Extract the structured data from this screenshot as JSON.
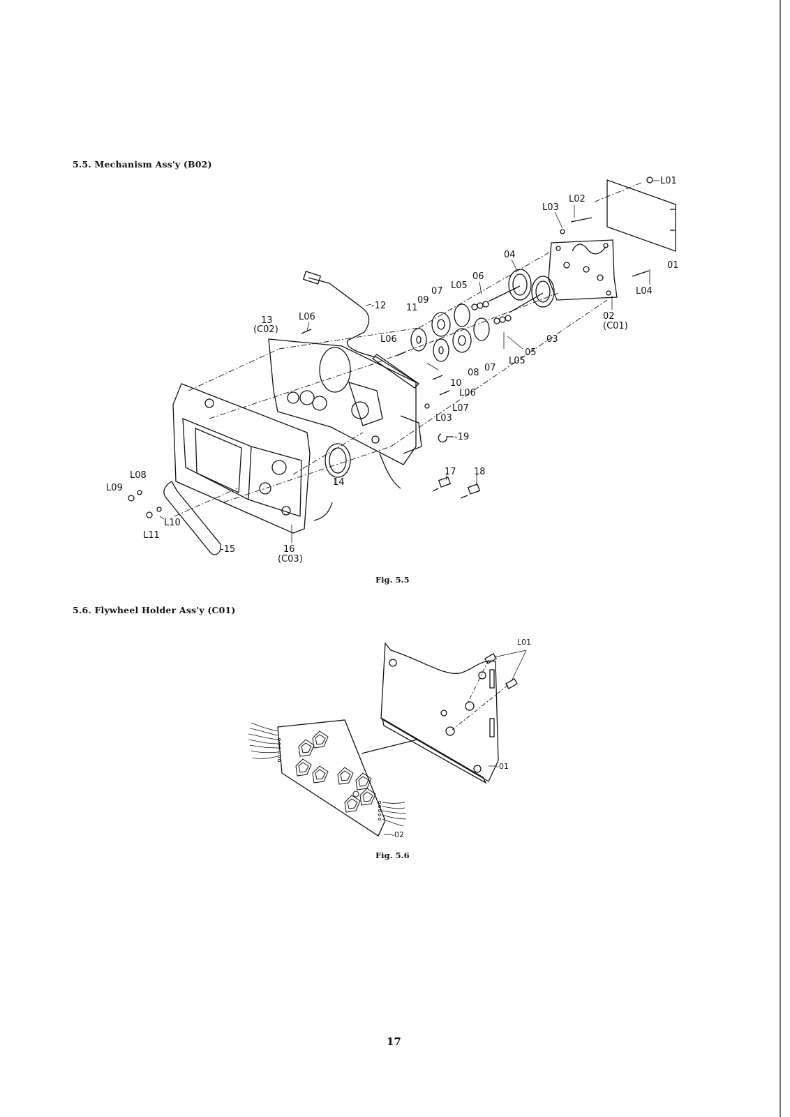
{
  "section_5_5": {
    "heading": "5.5. Mechanism Ass'y (B02)",
    "figure_caption": "Fig. 5.5",
    "callouts": {
      "L01": "L01",
      "L02": "L02",
      "L03a": "L03",
      "L04": "L04",
      "n01": "01",
      "n02": "02",
      "c01": "(C01)",
      "n03": "03",
      "n04": "04",
      "L05a": "L05",
      "n06": "06",
      "n07a": "07",
      "n09": "09",
      "n11": "11",
      "n12": "-12",
      "n13": "13",
      "c02": "(C02)",
      "L06a": "L06",
      "L06b": "L06",
      "n05": "05",
      "L05b": "L05",
      "n07b": "07",
      "n08": "08",
      "n10": "10",
      "L06c": "L06",
      "L07": "L07",
      "L03b": "L03",
      "n19": "-19",
      "n14": "14",
      "n17": "17",
      "n18": "18",
      "L08": "L08",
      "L09": "L09",
      "L10": "L10",
      "L11": "L11",
      "n15": "-15",
      "n16": "16",
      "c03": "(C03)"
    }
  },
  "section_5_6": {
    "heading": "5.6. Flywheel Holder Ass'y (C01)",
    "figure_caption": "Fig. 5.6",
    "callouts": {
      "L01": "L01",
      "n01": "-01",
      "n02": "-02"
    }
  },
  "page_number": "17"
}
